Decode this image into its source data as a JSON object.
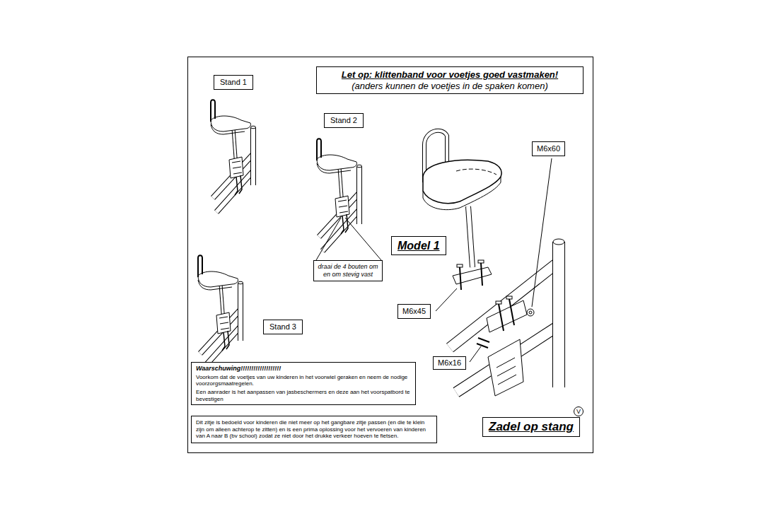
{
  "diagram": {
    "nodes": [
      {
        "text": [
          "Let op: klittenband voor voetjes goed vastmaken!",
          "(anders kunnen de voetjes in de spaken komen)"
        ]
      },
      {
        "text": [
          "Stand 1"
        ]
      },
      {
        "text": [
          "Stand 2"
        ]
      },
      {
        "text": [
          "M6x60"
        ]
      },
      {
        "text": [
          "Model 1"
        ]
      },
      {
        "text": [
          "draai de 4 bouten om en om stevig vast"
        ]
      },
      {
        "text": [
          "M6x45"
        ]
      },
      {
        "text": [
          "Stand 3"
        ]
      },
      {
        "text": [
          "M6x16"
        ]
      },
      {
        "text": [
          "Waarschuwing!!!!!!!!!!!!!!!!!!!",
          "Voorkom dat de voetjes van uw kinderen in het voorwiel geraken en neem de nodige voorzorgsmaatregelen.",
          "Een aanrader is het aanpassen van jasbeschermers en deze aan het voorspatbord te bevestigen"
        ]
      },
      {
        "text": [
          "Dit zitje is bedoeld voor kinderen die niet meer op het gangbare zitje passen (en die te klein zijn om alleen achterop te zitten) en is een prima oplossing voor het vervoeren van kinderen van A naar B (bv school) zodat ze niet door het drukke verkeer hoeven te fietsen."
        ]
      },
      {
        "text": [
          "Zadel op stang"
        ]
      }
    ],
    "labels": [
      "V"
    ]
  }
}
